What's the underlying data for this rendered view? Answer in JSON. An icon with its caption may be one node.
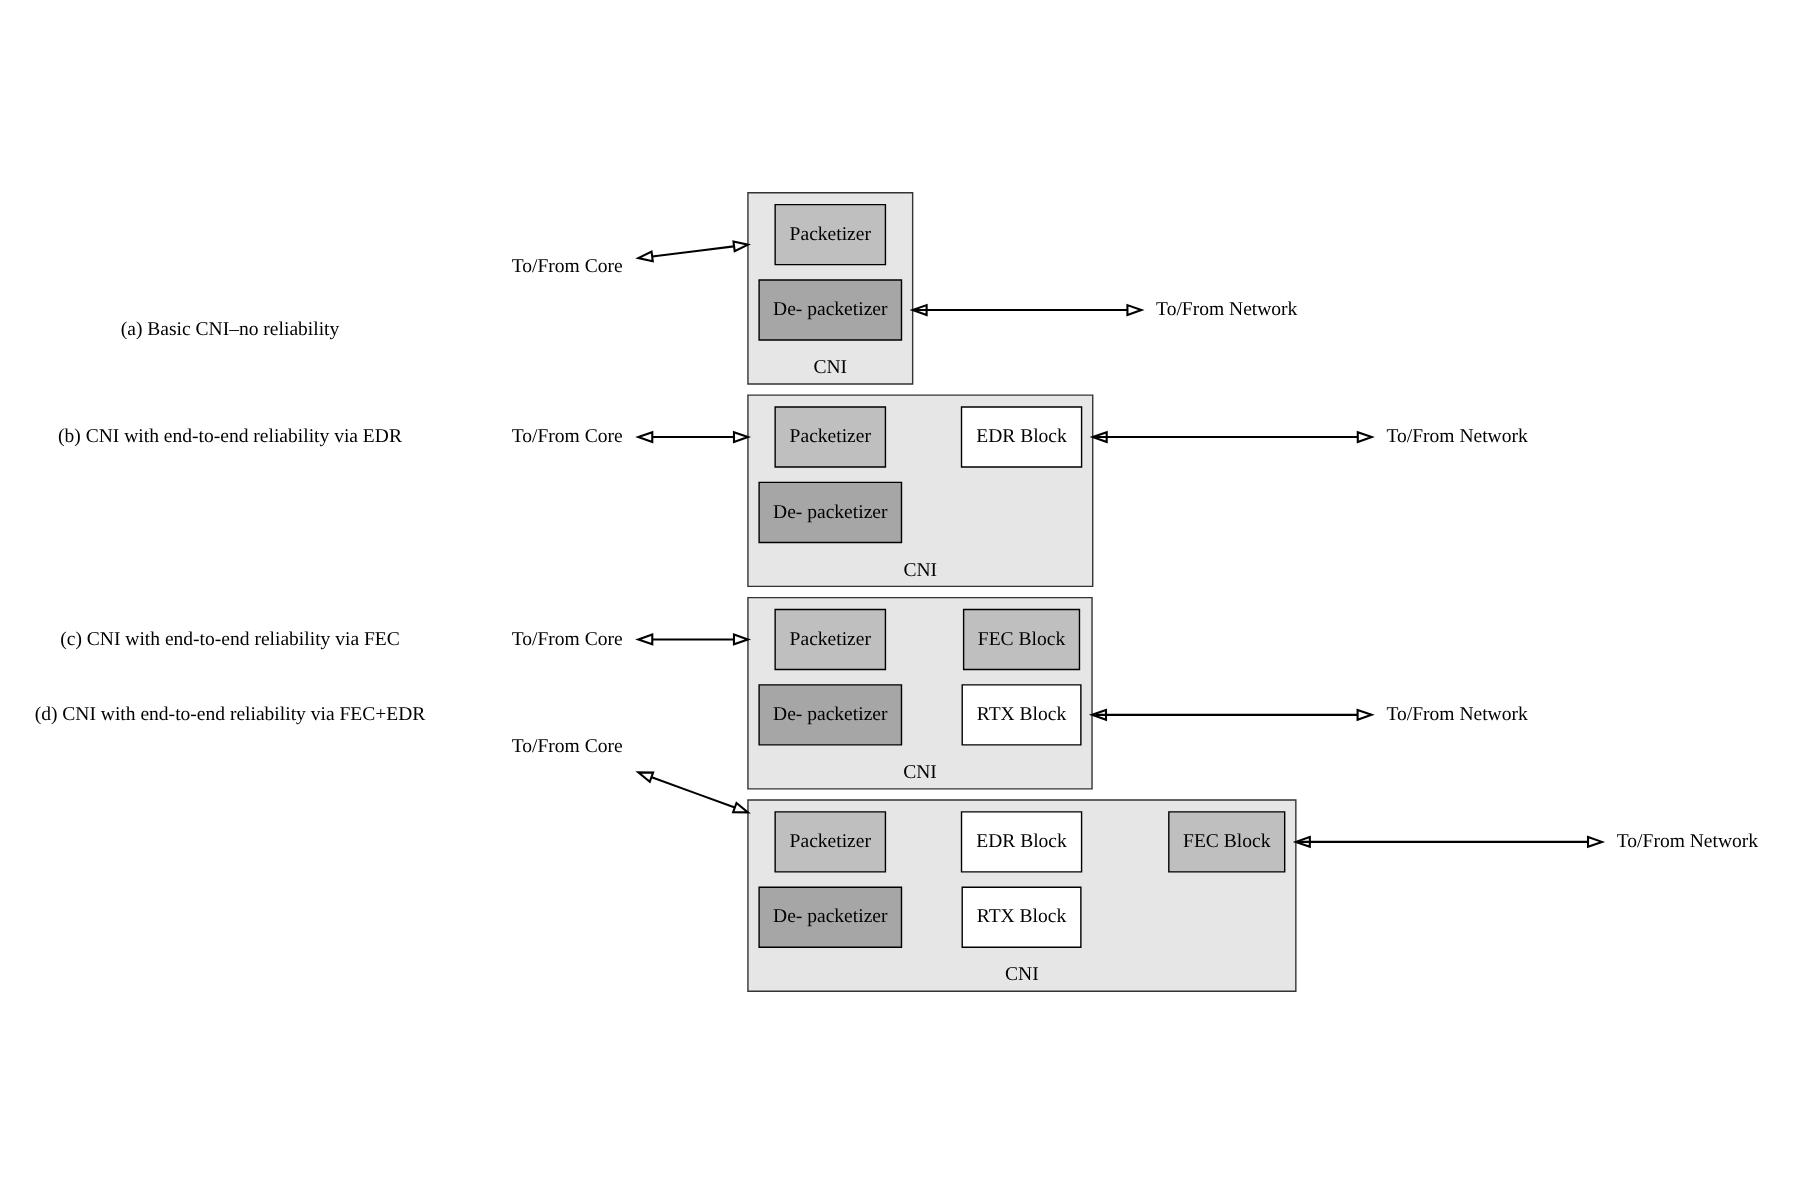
{
  "diagram": {
    "nodes": [
      {
        "text": [
          "To/From Core"
        ]
      },
      {
        "text": [
          "CNI"
        ]
      },
      {
        "text": [
          "Packetizer"
        ],
        "in": 1
      },
      {
        "text": [
          "De- packetizer"
        ],
        "in": 1
      },
      {
        "text": [
          "To/From Network"
        ]
      },
      {
        "text": [
          "To/From Core"
        ]
      },
      {
        "text": [
          "CNI"
        ]
      },
      {
        "text": [
          "Packetizer"
        ],
        "in": 6
      },
      {
        "text": [
          "De- packetizer"
        ],
        "in": 6
      },
      {
        "text": [
          "EDR Block"
        ],
        "in": 6
      },
      {
        "text": [
          "To/From Network"
        ]
      },
      {
        "text": [
          "To/From Core"
        ]
      },
      {
        "text": [
          "CNI"
        ]
      },
      {
        "text": [
          "Packetizer"
        ],
        "in": 12
      },
      {
        "text": [
          "De- packetizer"
        ],
        "in": 12
      },
      {
        "text": [
          "FEC Block"
        ],
        "in": 12
      },
      {
        "text": [
          "RTX Block"
        ],
        "in": 12
      },
      {
        "text": [
          "To/From Network"
        ]
      },
      {
        "text": [
          "To/From Core"
        ]
      },
      {
        "text": [
          "CNI"
        ]
      },
      {
        "text": [
          "Packetizer"
        ],
        "in": 19
      },
      {
        "text": [
          "De- packetizer"
        ],
        "in": 19
      },
      {
        "text": [
          "EDR Block"
        ],
        "in": 19
      },
      {
        "text": [
          "RTX Block"
        ],
        "in": 19
      },
      {
        "text": [
          "FEC Block"
        ],
        "in": 19
      },
      {
        "text": [
          "To/From Network"
        ]
      }
    ],
    "edges": [
      {
        "from": 0,
        "to": 1,
        "arrow": "both"
      },
      {
        "from": 1,
        "to": 4,
        "arrow": "both"
      },
      {
        "from": 5,
        "to": 6,
        "arrow": "both"
      },
      {
        "from": 6,
        "to": 10,
        "arrow": "both"
      },
      {
        "from": 11,
        "to": 12,
        "arrow": "both"
      },
      {
        "from": 12,
        "to": 17,
        "arrow": "both"
      },
      {
        "from": 18,
        "to": 19,
        "arrow": "both"
      },
      {
        "from": 19,
        "to": 25,
        "arrow": "both"
      }
    ],
    "labels": [
      "(a) Basic CNI–no reliability",
      "(b) CNI with end-to-end reliability via EDR",
      "(c) CNI with end-to-end reliability via FEC",
      "(d) CNI with end-to-end reliability via FEC+EDR"
    ]
  }
}
